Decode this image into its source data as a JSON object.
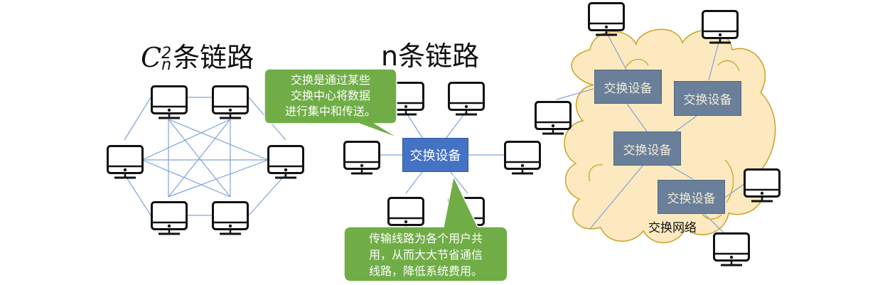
{
  "left_diagram": {
    "title_math": "C",
    "title_sup": "2",
    "title_sub": "n",
    "title_text": "条链路",
    "computer_count": 6,
    "topology": "full-mesh"
  },
  "middle_diagram": {
    "title": "n条链路",
    "switch_label": "交换设备",
    "computer_count": 6,
    "topology": "star",
    "callout_top": {
      "lines": [
        "交换是通过某些",
        "交换中心将数据",
        "进行集中和传送。"
      ]
    },
    "callout_bottom": {
      "lines": [
        "传输线路为各个用户共",
        "用，从而大大节省通信",
        "线路，降低系统费用。"
      ]
    }
  },
  "right_diagram": {
    "cloud_label": "交换网络",
    "switches": [
      "交换设备",
      "交换设备",
      "交换设备",
      "交换设备"
    ],
    "computer_count": 5
  },
  "colors": {
    "link_line": "#7fa3d9",
    "center_switch": "#4472c4",
    "net_switch": "#6a7f9a",
    "callout_green": "#70ad47",
    "cloud_fill": "#fde9c0",
    "cloud_stroke": "#c9a227"
  }
}
